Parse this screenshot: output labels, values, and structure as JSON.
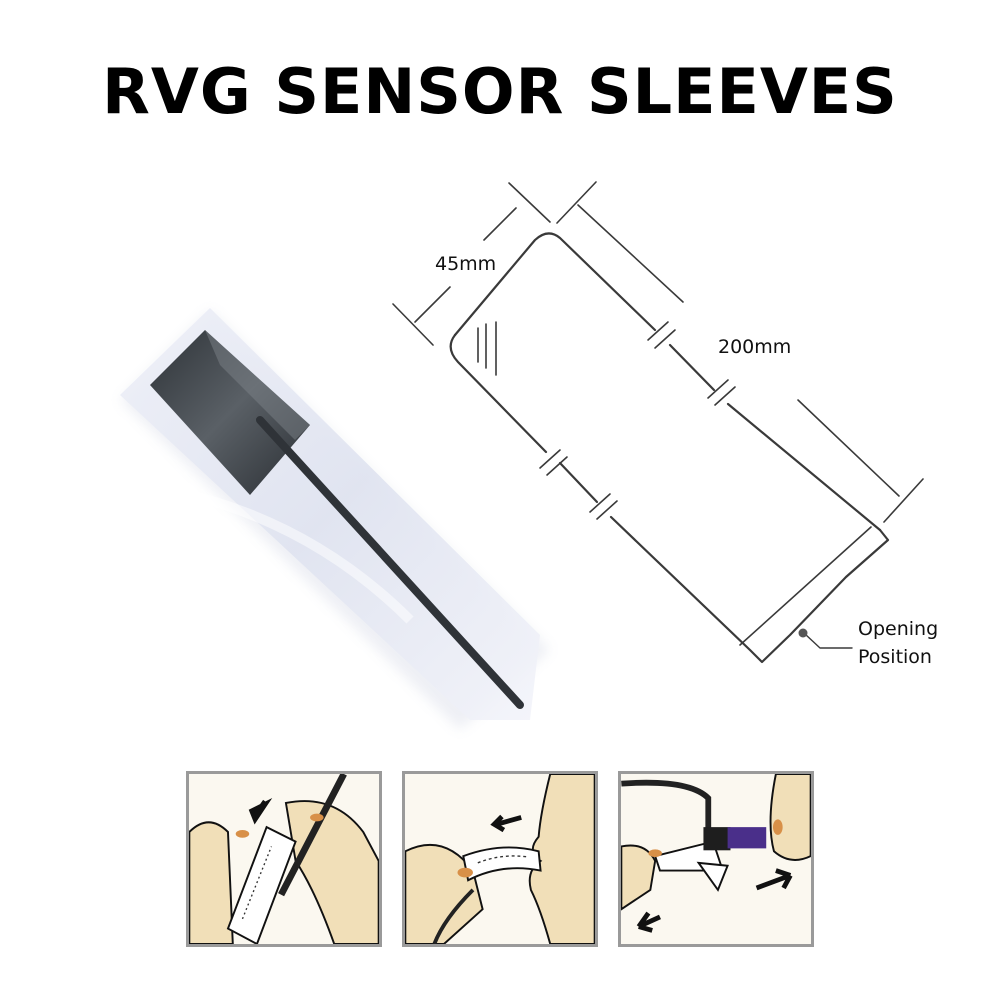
{
  "title": "RVG SENSOR SLEEVES",
  "product_photo": {
    "alt": "RVG sensor inside a clear plastic sleeve"
  },
  "diagram": {
    "width_label": "45mm",
    "length_label": "200mm",
    "opening_label_line1": "Opening",
    "opening_label_line2": "Position",
    "line_color": "#3a3a3a"
  },
  "instructions": {
    "steps": [
      {
        "name": "step-1-insert-sensor",
        "description": "Slide sensor into sleeve"
      },
      {
        "name": "step-2-place-in-mouth",
        "description": "Place sheathed sensor in mouth"
      },
      {
        "name": "step-3-remove-sleeve",
        "description": "Pull sleeve apart to remove"
      }
    ],
    "skin_color": "#f1dfb8",
    "border_color": "#9a9a9a",
    "connector_color": "#4a2f8a"
  }
}
